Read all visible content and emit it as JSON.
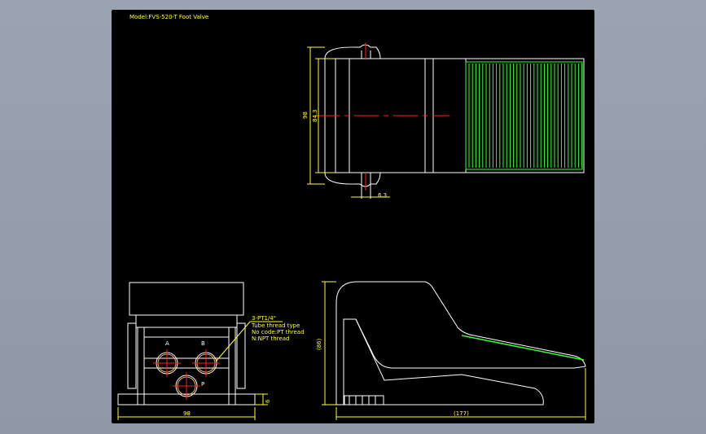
{
  "title": "Model:FVS-520-T Foot Valve",
  "dimensions": {
    "top_outer_height": "98",
    "top_inner_height": "84.3",
    "top_slot_width": "6.3",
    "front_width": "98",
    "front_base_height": "6",
    "side_height": "(86)",
    "side_length": "(177)"
  },
  "ports": {
    "a": "A",
    "b": "B",
    "p": "P"
  },
  "notes": {
    "line1": "3-PT1/4\"",
    "line2": "Tube thread type",
    "line3": "No code:PT thread",
    "line4": "N:NPT thread"
  },
  "colors": {
    "line": "#ffffff",
    "dimension": "#ffff33",
    "center": "#ff2020",
    "tread": "#33ff33",
    "background": "#000000"
  }
}
